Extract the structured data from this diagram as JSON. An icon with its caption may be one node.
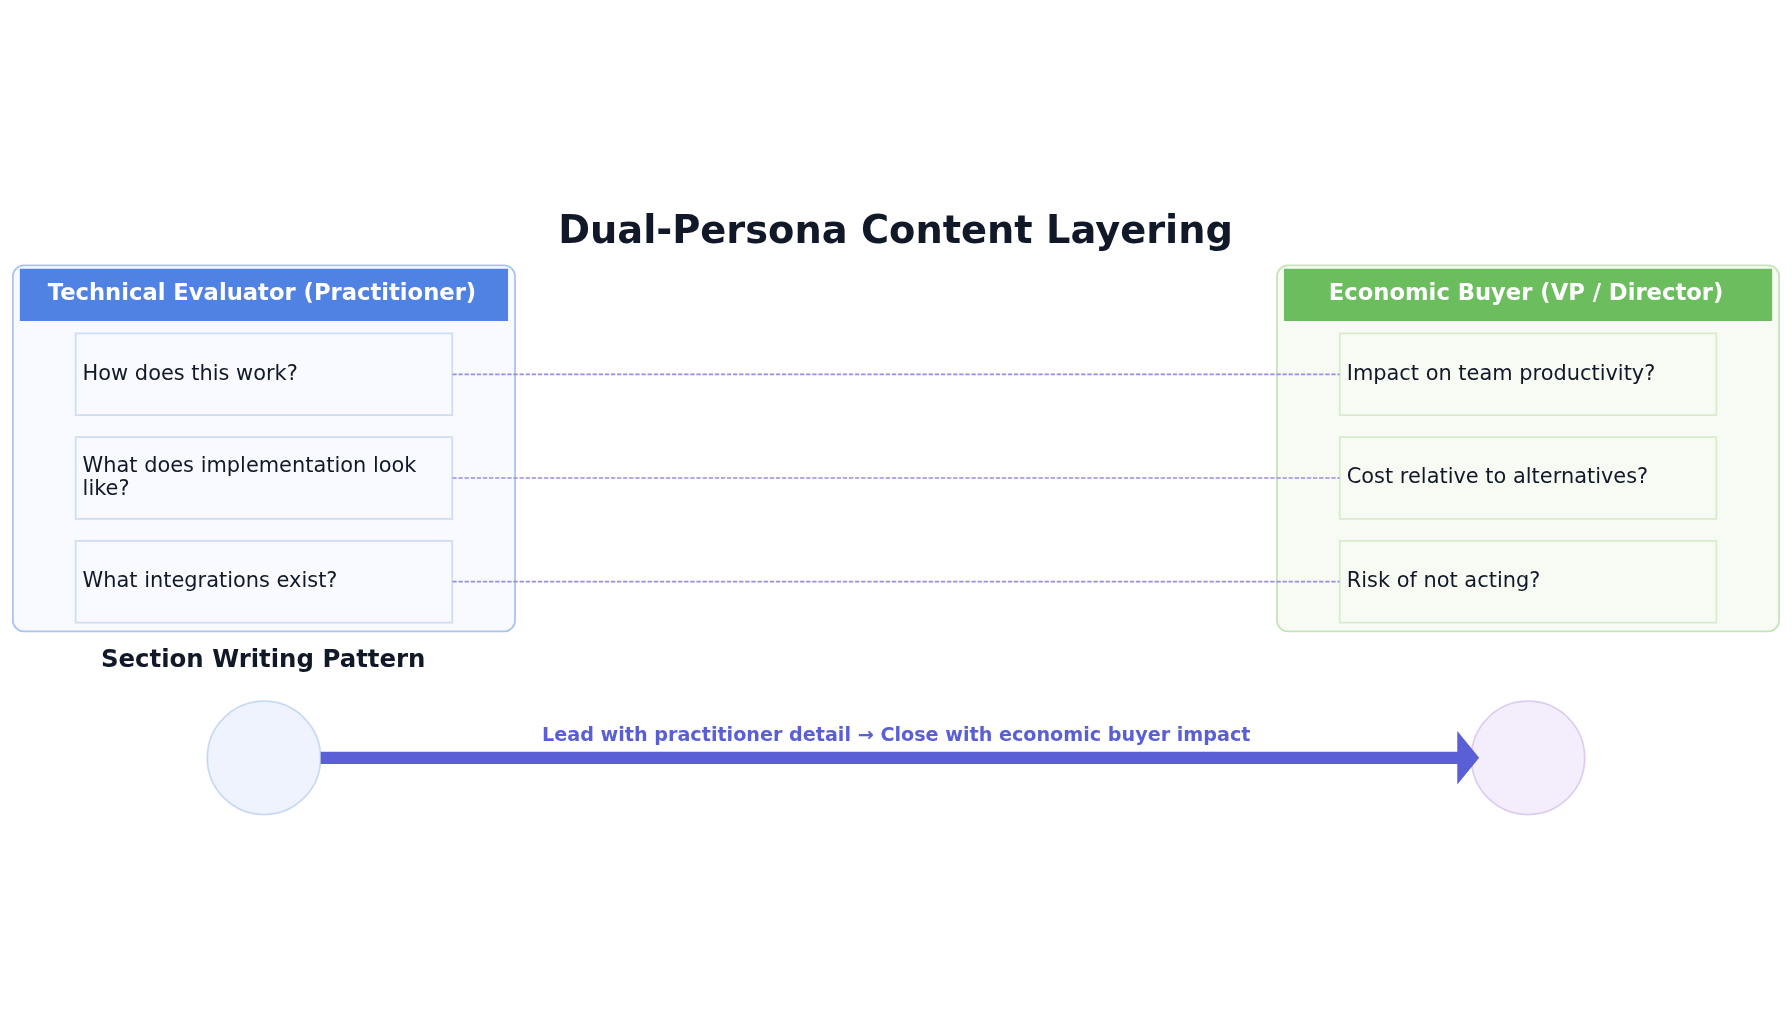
{
  "diagram": {
    "title": "Dual-Persona Content Layering",
    "nodes": [
      {
        "text": [
          "Technical Evaluator (Practitioner)"
        ]
      },
      {
        "text": [
          "How does this work?"
        ],
        "in": 0
      },
      {
        "text": [
          "What does implementation look like?"
        ],
        "in": 0
      },
      {
        "text": [
          "What integrations exist?"
        ],
        "in": 0
      },
      {
        "text": [
          "Economic Buyer (VP / Director)"
        ]
      },
      {
        "text": [
          "Impact on team productivity?"
        ],
        "in": 4
      },
      {
        "text": [
          "Cost relative to alternatives?"
        ],
        "in": 4
      },
      {
        "text": [
          "Risk of not acting?"
        ],
        "in": 4
      },
      {
        "text": [],
        "shape": "circle"
      },
      {
        "text": [],
        "shape": "circle"
      }
    ],
    "edges": [
      {
        "from": 1,
        "to": 5,
        "arrow": "none",
        "style": "dashed"
      },
      {
        "from": 2,
        "to": 6,
        "arrow": "none",
        "style": "dashed"
      },
      {
        "from": 3,
        "to": 7,
        "arrow": "none",
        "style": "dashed"
      },
      {
        "from": 8,
        "to": 9,
        "arrow": "to",
        "label": "Lead with practitioner detail → Close with economic buyer impact",
        "style": "thick",
        "color": "#5a5fd6"
      }
    ],
    "labels": [
      "Section Writing Pattern"
    ]
  }
}
